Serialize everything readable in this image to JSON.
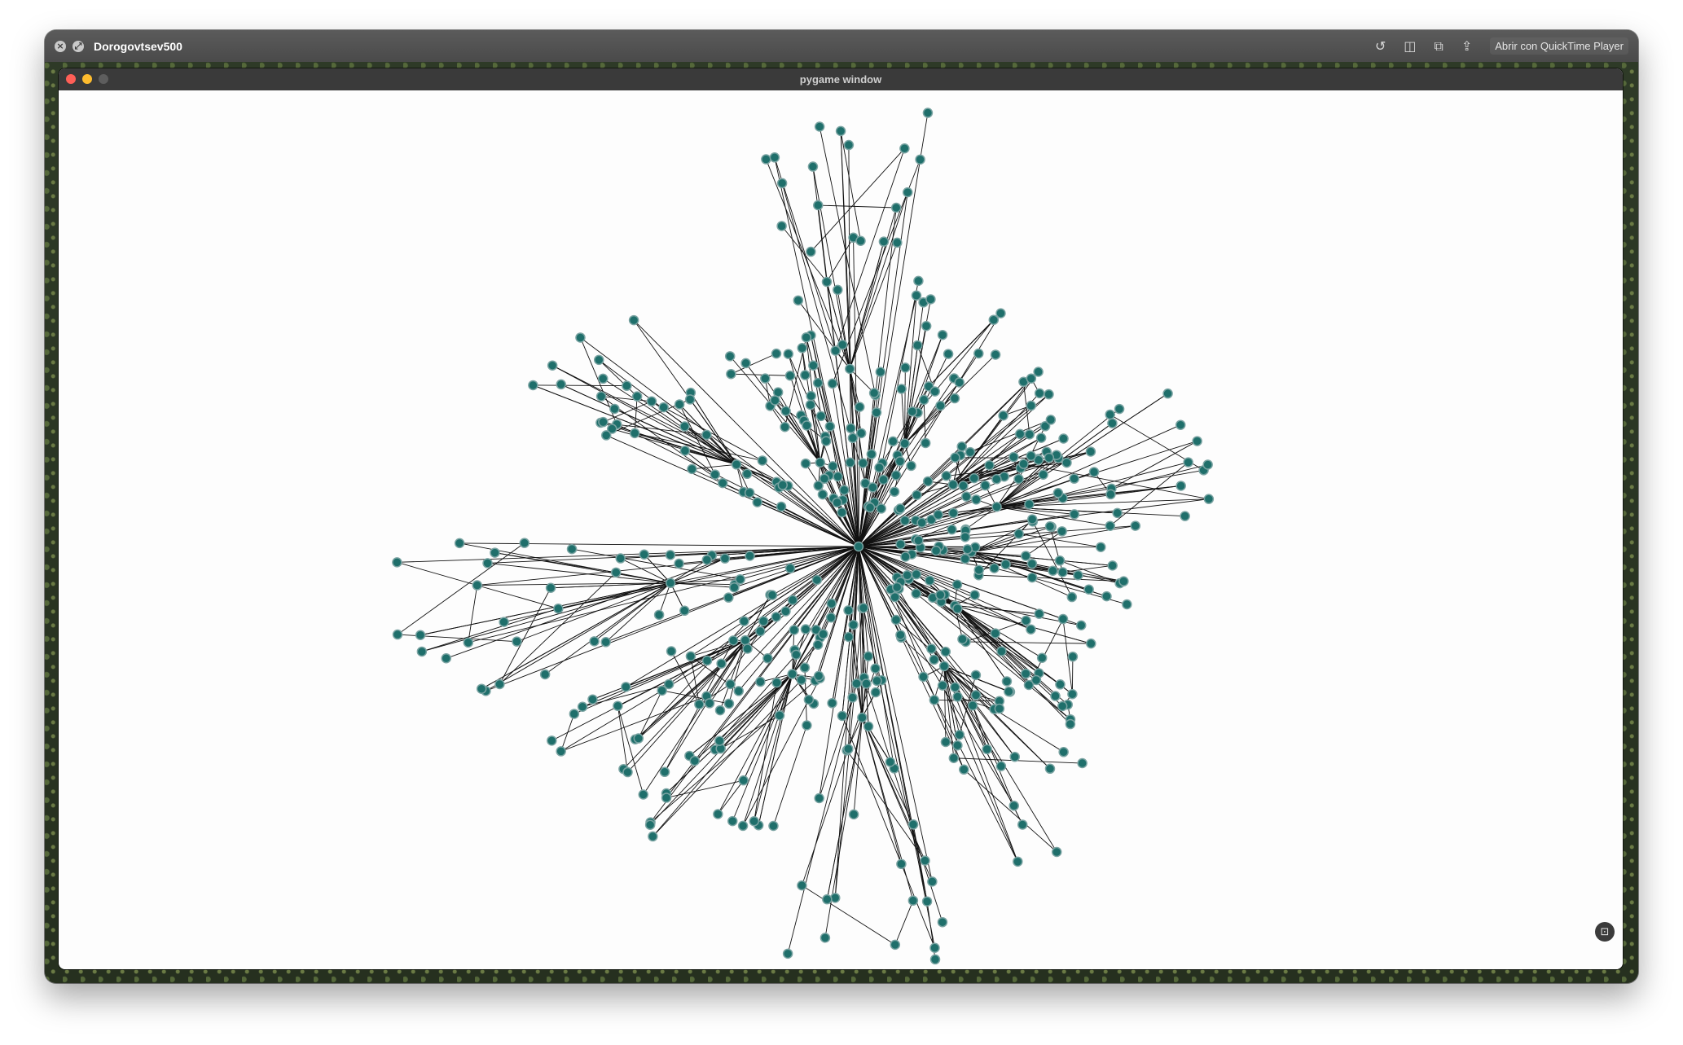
{
  "quicklook": {
    "title": "Dorogovtsev500",
    "open_with_label": "Abrir con QuickTime Player",
    "icons": [
      "close-icon",
      "fullscreen-icon",
      "rotate-icon",
      "trim-icon",
      "rotate-square-icon",
      "share-icon"
    ]
  },
  "pygame": {
    "title": "pygame window",
    "traffic_lights": [
      "close",
      "minimize",
      "zoom"
    ]
  },
  "graph": {
    "node_count": 500,
    "node_color": "#1f6f6b",
    "node_stroke": "#7aa3a2",
    "edge_color": "#111111",
    "background": "#fdfdfd"
  },
  "corner_button_icon": "live-text-icon"
}
